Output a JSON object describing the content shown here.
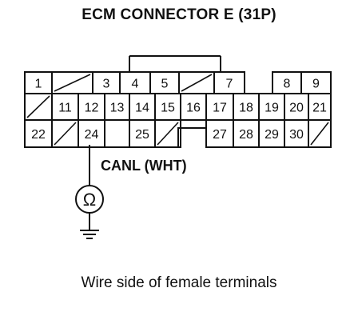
{
  "title": "ECM CONNECTOR E (31P)",
  "caption": "Wire side of female terminals",
  "wire_label": "CANL (WHT)",
  "meter_symbol": "Ω",
  "connector": {
    "row1": [
      {
        "label": "1",
        "blank": false
      },
      {
        "label": "",
        "blank": true
      },
      {
        "label": "3",
        "blank": false
      },
      {
        "label": "4",
        "blank": false
      },
      {
        "label": "5",
        "blank": false
      },
      {
        "label": "",
        "blank": true
      },
      {
        "label": "7",
        "blank": false
      },
      {
        "label": "8",
        "blank": false
      },
      {
        "label": "9",
        "blank": false
      }
    ],
    "row2": [
      {
        "label": "",
        "blank": true
      },
      {
        "label": "11",
        "blank": false
      },
      {
        "label": "12",
        "blank": false
      },
      {
        "label": "13",
        "blank": false
      },
      {
        "label": "14",
        "blank": false
      },
      {
        "label": "15",
        "blank": false
      },
      {
        "label": "16",
        "blank": false
      },
      {
        "label": "17",
        "blank": false
      },
      {
        "label": "18",
        "blank": false
      },
      {
        "label": "19",
        "blank": false
      },
      {
        "label": "20",
        "blank": false
      },
      {
        "label": "21",
        "blank": false
      }
    ],
    "row3": [
      {
        "label": "22",
        "blank": false
      },
      {
        "label": "",
        "blank": true
      },
      {
        "label": "24",
        "blank": false
      },
      {
        "label": "25",
        "blank": false
      },
      {
        "label": "",
        "blank": true
      },
      {
        "label": "27",
        "blank": false
      },
      {
        "label": "28",
        "blank": false
      },
      {
        "label": "29",
        "blank": false
      },
      {
        "label": "30",
        "blank": false
      },
      {
        "label": "",
        "blank": true
      }
    ]
  }
}
